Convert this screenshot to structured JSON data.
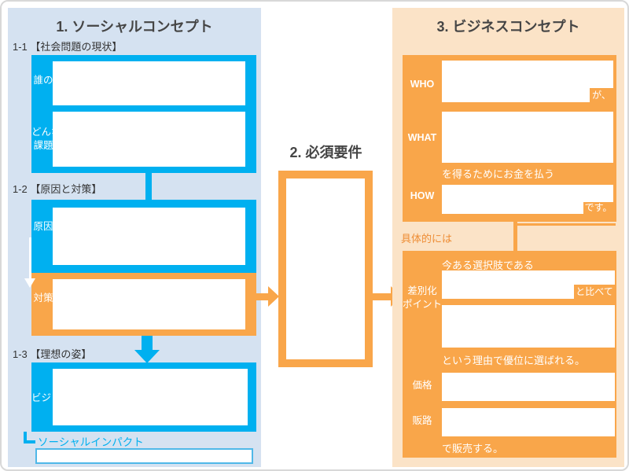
{
  "colors": {
    "accent_blue": "#00b0f0",
    "accent_orange": "#f9a64a",
    "panel_blue_bg": "#d5e2f1",
    "panel_orange_bg": "#fbe3c7",
    "title_text": "#454545",
    "details_text": "#ee8d35"
  },
  "left": {
    "title": "1. ソーシャルコンセプト",
    "s1_heading": "1-1 【社会問題の現状】",
    "who_label": "誰の",
    "issue_label_lines": [
      "どんな",
      "課題"
    ],
    "s2_heading": "1-2 【原因と対策】",
    "cause_label": "原因",
    "solution_label": "対策",
    "s3_heading": "1-3 【理想の姿】",
    "vision_label": "ビジョン",
    "social_impact_label": "ソーシャルインパクト"
  },
  "middle": {
    "title": "2. 必須要件"
  },
  "right": {
    "title": "3. ビジネスコンセプト",
    "who_label": "WHO",
    "who_particle": "が、",
    "what_label": "WHAT",
    "what_suffix": "を得るためにお金を払う",
    "how_label": "HOW",
    "how_particle": "です。",
    "details_label": "具体的には",
    "diff_intro": "今ある選択肢である",
    "diff_label_lines": [
      "差別化",
      "ポイント"
    ],
    "compare_particle": "と比べて",
    "reason_text": "という理由で優位に選ばれる。",
    "price_label": "価格",
    "channel_label": "販路",
    "channel_suffix": "で販売する。"
  }
}
